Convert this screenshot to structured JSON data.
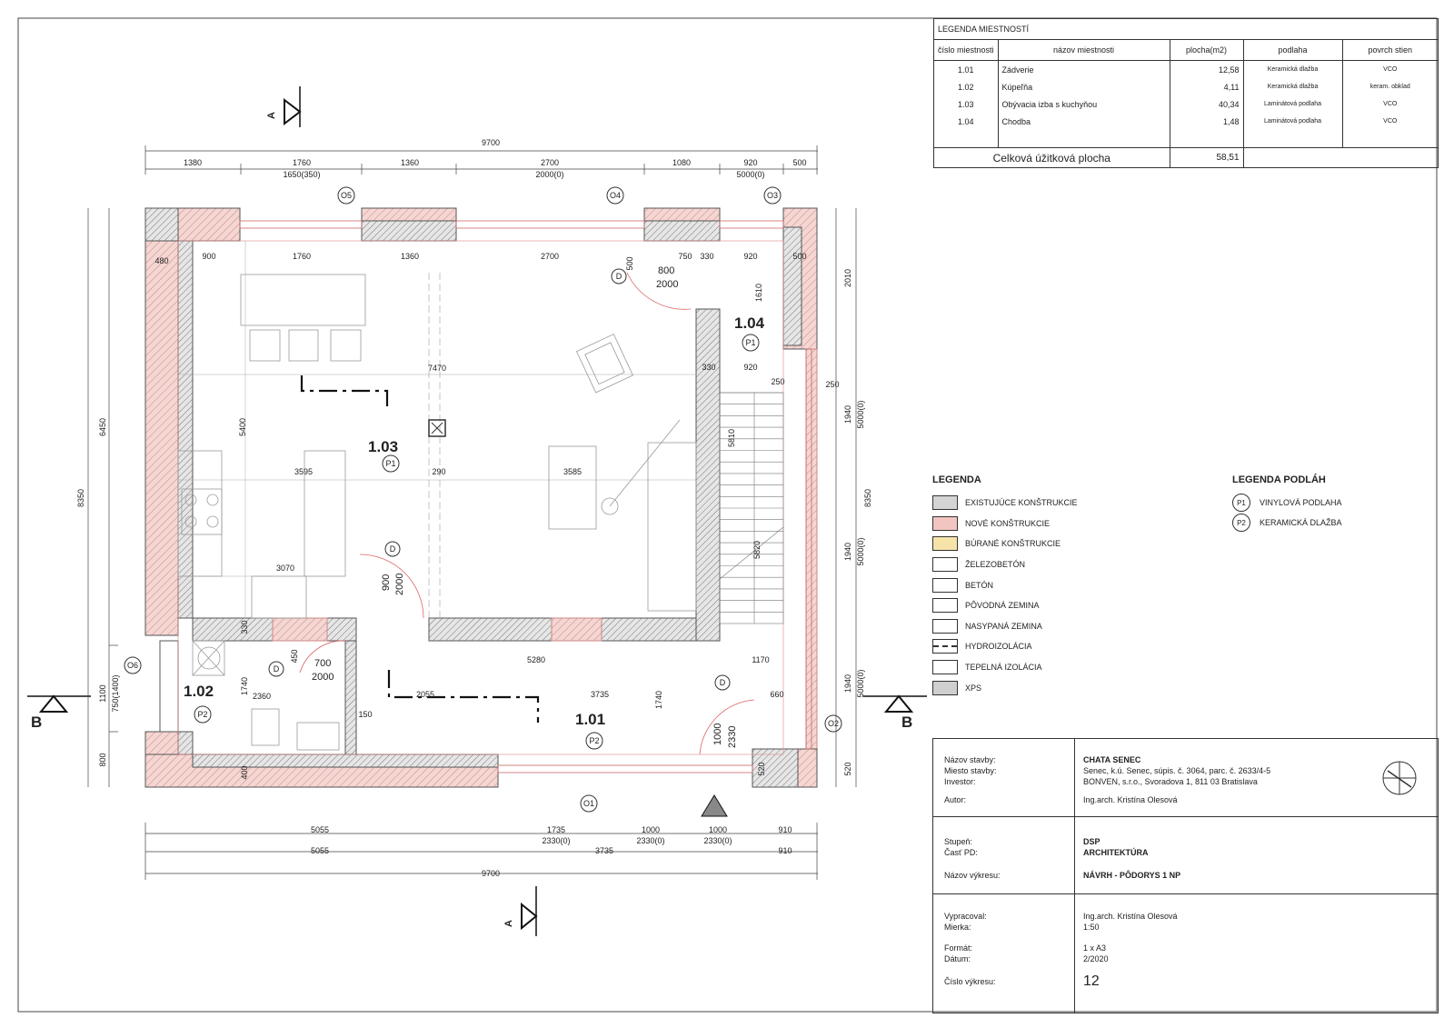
{
  "room_legend": {
    "caption": "LEGENDA MIESTNOSTÍ",
    "headers": [
      "číslo miestnosti",
      "názov miestnosti",
      "plocha(m2)",
      "podlaha",
      "povrch stien"
    ],
    "rows": [
      [
        "1.01",
        "Zádverie",
        "12,58",
        "Keramická dlažba",
        "VCO"
      ],
      [
        "1.02",
        "Kúpeľňa",
        "4,11",
        "Keramická dlažba",
        "keram. obklad"
      ],
      [
        "1.03",
        "Obývacia izba s kuchyňou",
        "40,34",
        "Laminátová podlaha",
        "VCO"
      ],
      [
        "1.04",
        "Chodba",
        "1,48",
        "Laminátová podlaha",
        "VCO"
      ]
    ],
    "total_label": "Celková úžitková plocha",
    "total_value": "58,51"
  },
  "legend": {
    "title": "LEGENDA",
    "items": [
      {
        "label": "EXISTUJÚCE KONŠTRUKCIE",
        "color": "#d4d4d4"
      },
      {
        "label": "NOVÉ KONŠTRUKCIE",
        "color": "#f2c5c0"
      },
      {
        "label": "BÚRANÉ KONŠTRUKCIE",
        "color": "#f6e3a8"
      },
      {
        "label": "ŽELEZOBETÓN",
        "color": "#ffffff"
      },
      {
        "label": "BETÓN",
        "color": "#ffffff"
      },
      {
        "label": "PÔVODNÁ ZEMINA",
        "color": "#ffffff"
      },
      {
        "label": "NASYPANÁ ZEMINA",
        "color": "#ffffff"
      },
      {
        "label": "HYDROIZOLÁCIA",
        "color": "#ffffff"
      },
      {
        "label": "TEPELNÁ IZOLÁCIA",
        "color": "#ffffff"
      },
      {
        "label": "XPS",
        "color": "#cfcfcf"
      }
    ]
  },
  "floor_legend": {
    "title": "LEGENDA PODLÁH",
    "items": [
      {
        "code": "P1",
        "label": "VINYLOVÁ PODLAHA"
      },
      {
        "code": "P2",
        "label": "KERAMICKÁ DLAŽBA"
      }
    ]
  },
  "title_block": {
    "labels": {
      "name": "Názov stavby:",
      "place": "Miesto stavby:",
      "investor": "Investor:",
      "author": "Autor:",
      "stage": "Stupeň:",
      "part": "Časť PD:",
      "drawing": "Názov výkresu:",
      "drawn": "Vypracoval:",
      "scale": "Mierka:",
      "format": "Formát:",
      "date": "Dátum:",
      "number": "Číslo výkresu:"
    },
    "values": {
      "name": "CHATA SENEC",
      "place": "Senec, k.ú. Senec, súpis. č. 3064, parc. č. 2633/4-5",
      "investor": "BONVEN, s.r.o., Svoradova 1, 811 03 Bratislava",
      "author": "Ing.arch. Kristína Olesová",
      "stage": "DSP",
      "part": "ARCHITEKTÚRA",
      "drawing": "NÁVRH - PÔDORYS 1 NP",
      "drawn": "Ing.arch. Kristína Olesová",
      "scale": "1:50",
      "format": "1 x A3",
      "date": "2/2020",
      "number": "12"
    }
  },
  "plan": {
    "rooms": [
      {
        "id": "1.03",
        "floor": "P1"
      },
      {
        "id": "1.04",
        "floor": "P1"
      },
      {
        "id": "1.02",
        "floor": "P2"
      },
      {
        "id": "1.01",
        "floor": "P2"
      }
    ],
    "openings": [
      "O1",
      "O2",
      "O3",
      "O4",
      "O5",
      "O6"
    ],
    "door_tag": "D",
    "section_markers": [
      "A",
      "B"
    ],
    "dims_top_1": [
      "1380",
      "1760",
      "1360",
      "2700",
      "1080",
      "920",
      "500"
    ],
    "dims_top_sub": [
      "1650(350)",
      "2000(0)",
      "5000(0)"
    ],
    "dims_total": "9700",
    "dims_inner_top": [
      "480",
      "900",
      "1760",
      "1360",
      "2700",
      "750",
      "330",
      "920",
      "500"
    ],
    "dims_bottom_1": [
      "5055",
      "1735",
      "1000",
      "1000",
      "910"
    ],
    "dims_bottom_sub": [
      "2330(0)",
      "2330(0)",
      "2330(0)"
    ],
    "dims_bottom_2": [
      "5055",
      "3735",
      "910"
    ],
    "dims_left": [
      "8350",
      "6450",
      "1100",
      "800",
      "750(1400)"
    ],
    "dims_right": [
      "2010",
      "1940",
      "5000(0)",
      "1940",
      "5000(0)",
      "1940",
      "5000(0)",
      "520",
      "8350"
    ],
    "misc_dims": [
      "7470",
      "5400",
      "3595",
      "290",
      "3585",
      "3070",
      "330",
      "5280",
      "1170",
      "2055",
      "3735",
      "1740",
      "660",
      "150",
      "1740",
      "2360",
      "330",
      "920",
      "250",
      "250",
      "1610",
      "5810",
      "5820",
      "500",
      "400",
      "520",
      "450"
    ],
    "door_sizes": [
      {
        "w": "800",
        "h": "2000"
      },
      {
        "w": "900",
        "h": "2000"
      },
      {
        "w": "700",
        "h": "2000"
      },
      {
        "w": "1000",
        "h": "2330"
      }
    ]
  }
}
